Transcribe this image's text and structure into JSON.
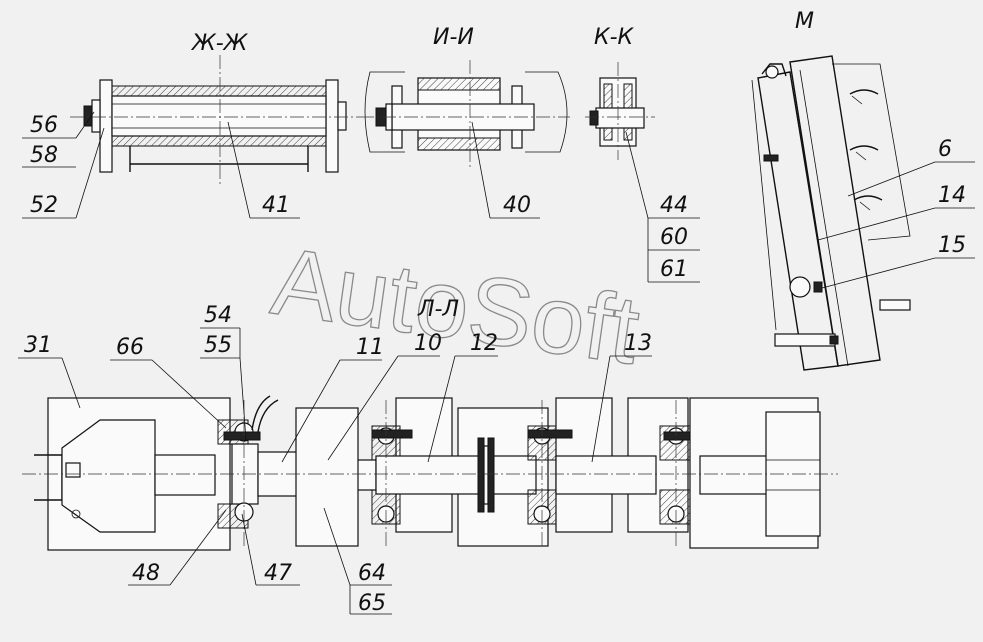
{
  "watermark": "AutoSoft",
  "sections": {
    "zh": "Ж-Ж",
    "i": "И-И",
    "k": "К-К",
    "m": "М",
    "l": "Л-Л"
  },
  "callouts": {
    "c56": "56",
    "c58": "58",
    "c52": "52",
    "c41": "41",
    "c40": "40",
    "c44": "44",
    "c60": "60",
    "c61": "61",
    "c6": "6",
    "c14": "14",
    "c15": "15",
    "c54": "54",
    "c55": "55",
    "c31": "31",
    "c66": "66",
    "c11": "11",
    "c10": "10",
    "c12": "12",
    "c13": "13",
    "c48": "48",
    "c47": "47",
    "c64": "64",
    "c65": "65"
  }
}
